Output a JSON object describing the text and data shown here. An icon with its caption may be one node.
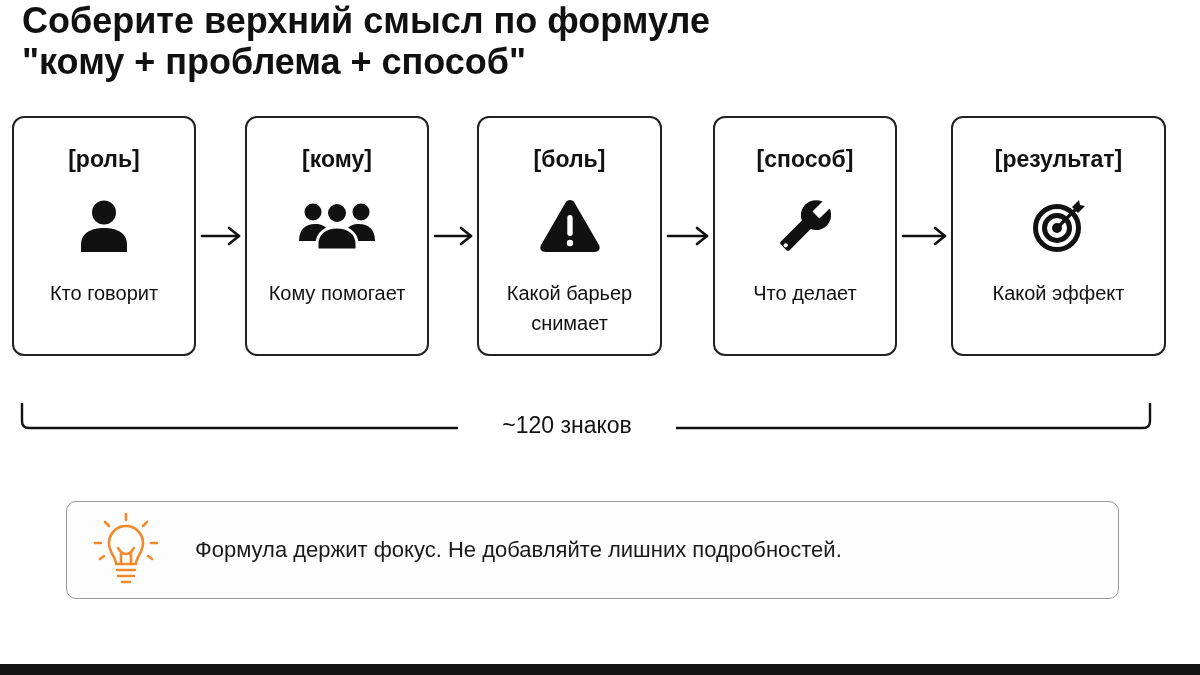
{
  "diagram": {
    "title": "Соберите верхний смысл по формуле \"кому + проблема + способ\"",
    "nodes": [
      {
        "text": [
          "[роль]",
          "Кто говорит"
        ]
      },
      {
        "text": [
          "[кому]",
          "Кому помогает"
        ]
      },
      {
        "text": [
          "[боль]",
          "Какой барьер снимает"
        ]
      },
      {
        "text": [
          "[способ]",
          "Что делает"
        ]
      },
      {
        "text": [
          "[результат]",
          "Какой эффект"
        ]
      },
      {
        "text": [
          "Формула держит фокус. Не добавляйте лишних подробностей."
        ]
      }
    ],
    "edges": [
      {
        "from": 0,
        "to": 1,
        "arrow": "to"
      },
      {
        "from": 1,
        "to": 2,
        "arrow": "to"
      },
      {
        "from": 2,
        "to": 3,
        "arrow": "to"
      },
      {
        "from": 3,
        "to": 4,
        "arrow": "to"
      }
    ],
    "labels": [
      "~120 знаков"
    ]
  }
}
